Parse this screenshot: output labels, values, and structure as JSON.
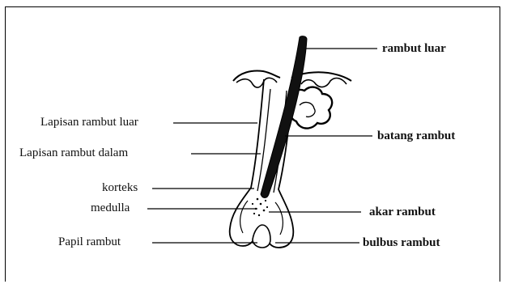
{
  "diagram": {
    "labels_left": [
      {
        "id": "lapisan-rambut-luar",
        "text": "Lapisan rambut luar"
      },
      {
        "id": "lapisan-rambut-dalam",
        "text": "Lapisan rambut dalam"
      },
      {
        "id": "korteks",
        "text": "korteks"
      },
      {
        "id": "medulla",
        "text": "medulla"
      },
      {
        "id": "papil-rambut",
        "text": "Papil rambut"
      }
    ],
    "labels_right": [
      {
        "id": "rambut-luar",
        "text": "rambut luar"
      },
      {
        "id": "batang-rambut",
        "text": "batang rambut"
      },
      {
        "id": "akar-rambut",
        "text": "akar rambut"
      },
      {
        "id": "bulbus-rambut",
        "text": "bulbus rambut"
      }
    ]
  }
}
